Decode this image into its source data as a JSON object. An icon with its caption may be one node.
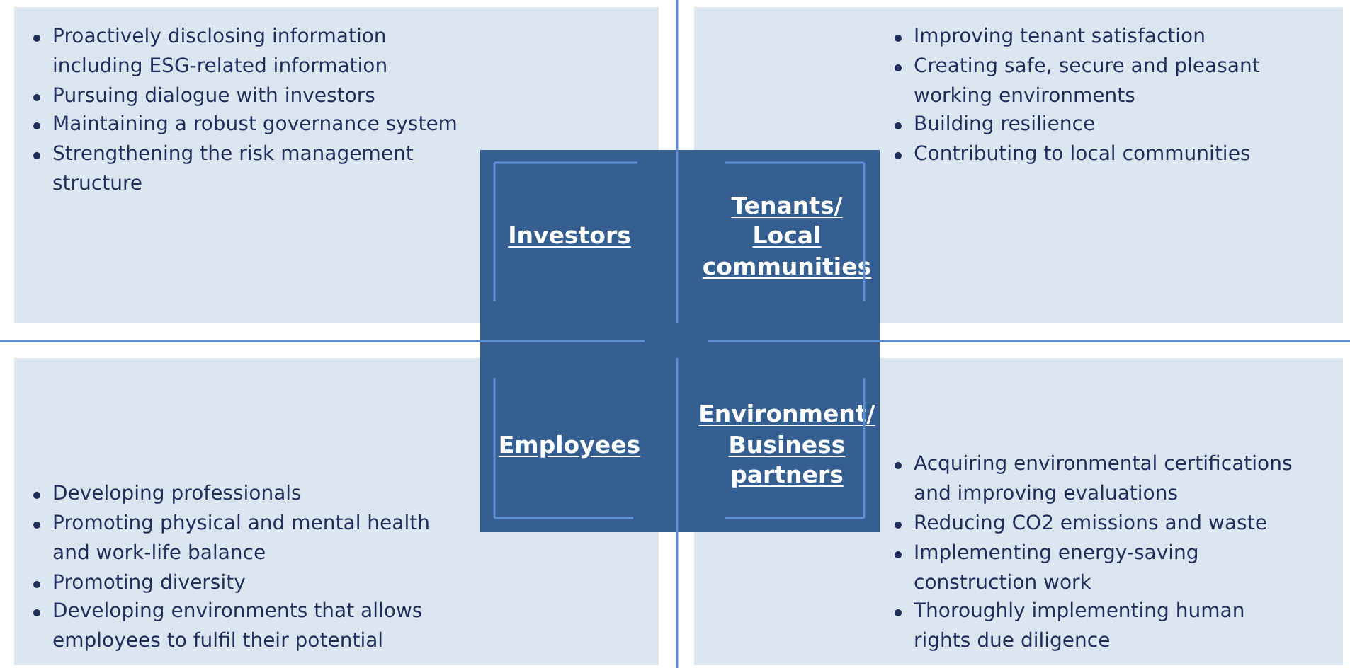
{
  "diagram": {
    "nodes": [
      {
        "text": [
          "Proactively disclosing information including ESG-related information",
          "Pursuing dialogue with investors",
          "Maintaining a robust governance system",
          "Strengthening the risk management structure"
        ]
      },
      {
        "text": [
          "Improving tenant satisfaction",
          "Creating safe, secure and pleasant working environments",
          "Building resilience",
          "Contributing to local communities"
        ]
      },
      {
        "text": [
          "Developing professionals",
          "Promoting physical and mental health and work-life balance",
          "Promoting diversity",
          "Developing environments that allows employees to fulfil their potential"
        ]
      },
      {
        "text": [
          "Acquiring environmental certifications and improving evaluations",
          "Reducing CO2 emissions and waste",
          "Implementing energy-saving construction work",
          "Thoroughly implementing human rights due diligence"
        ]
      },
      {
        "text": [
          "Investors"
        ],
        "in": 0
      },
      {
        "text": [
          "Tenants/ Local communities"
        ],
        "in": 1
      },
      {
        "text": [
          "Employees"
        ],
        "in": 2
      },
      {
        "text": [
          "Environment/ Business partners"
        ],
        "in": 3
      }
    ]
  }
}
